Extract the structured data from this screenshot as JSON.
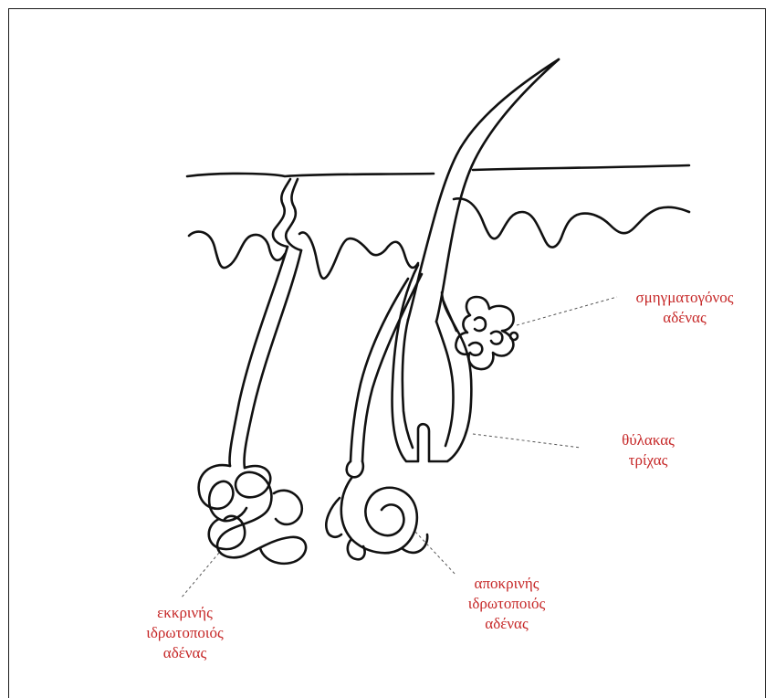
{
  "colors": {
    "label_text": "#c62828",
    "line": "#111111",
    "leader": "#555555",
    "background": "#ffffff"
  },
  "labels": {
    "sebaceous_gland": [
      "σμηγματογόνος",
      "αδένας"
    ],
    "hair_follicle": [
      "θύλακας",
      "τρίχας"
    ],
    "apocrine_gland": [
      "αποκρινής",
      "ιδρωτοποιός",
      "αδένας"
    ],
    "eccrine_gland": [
      "εκκρινής",
      "ιδρωτοποιός",
      "αδένας"
    ]
  }
}
